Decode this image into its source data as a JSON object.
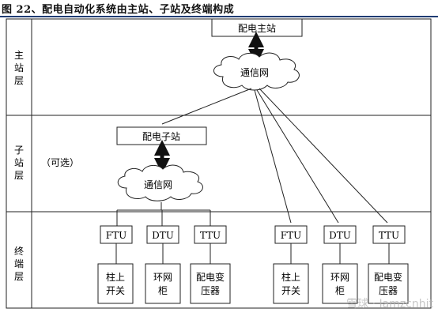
{
  "title": "图 22、配电自动化系统由主站、子站及终端构成",
  "layers": {
    "main": [
      "主",
      "站",
      "层"
    ],
    "sub": [
      "子",
      "站",
      "层"
    ],
    "terminal": [
      "终",
      "端",
      "层"
    ]
  },
  "optional_note": "（可选）",
  "main_station": "配电主站",
  "sub_station": "配电子站",
  "network_label": "通信网",
  "terminals": [
    "FTU",
    "DTU",
    "TTU",
    "FTU",
    "DTU",
    "TTU"
  ],
  "devices": [
    [
      "柱上",
      "开关"
    ],
    [
      "环网",
      "柜"
    ],
    [
      "配电变",
      "压器"
    ],
    [
      "柱上",
      "开关"
    ],
    [
      "环网",
      "柜"
    ],
    [
      "配电变",
      "压器"
    ]
  ],
  "watermark": "雪球 · Iamzcnhit"
}
